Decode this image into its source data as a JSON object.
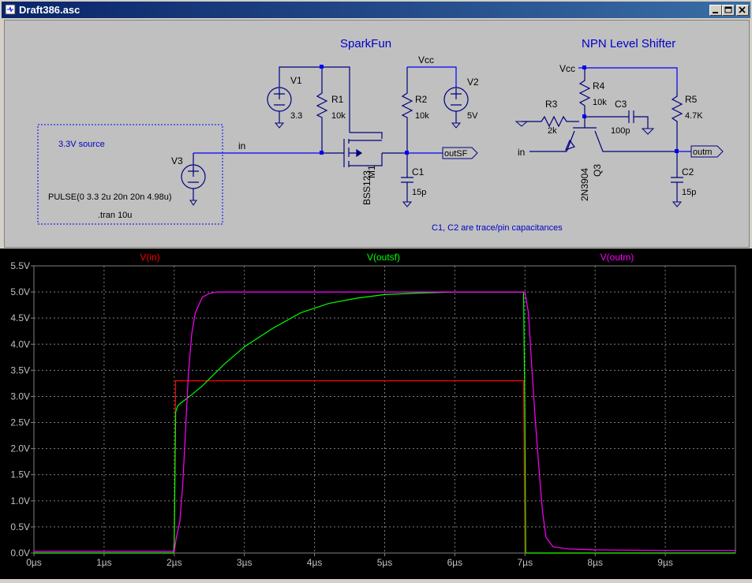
{
  "window": {
    "title": "Draft386.asc"
  },
  "schematic": {
    "title_sparkfun": "SparkFun",
    "title_npn": "NPN Level Shifter",
    "source_box": {
      "label": "3.3V source",
      "pulse": "PULSE(0 3.3 2u 20n 20n 4.98u)",
      "tran": ".tran 10u"
    },
    "v1": {
      "name": "V1",
      "value": "3.3"
    },
    "v2": {
      "name": "V2",
      "value": "5V"
    },
    "v3": {
      "name": "V3"
    },
    "r1": {
      "name": "R1",
      "value": "10k"
    },
    "r2": {
      "name": "R2",
      "value": "10k"
    },
    "r3": {
      "name": "R3",
      "value": "2k"
    },
    "r4": {
      "name": "R4",
      "value": "10k"
    },
    "r5": {
      "name": "R5",
      "value": "4.7K"
    },
    "c1": {
      "name": "C1",
      "value": "15p"
    },
    "c2": {
      "name": "C2",
      "value": "15p"
    },
    "c3": {
      "name": "C3",
      "value": "100p"
    },
    "m1": {
      "name": "M1",
      "model": "BSS123"
    },
    "q3": {
      "name": "Q3",
      "model": "2N3904"
    },
    "net_in": "in",
    "net_in2": "in",
    "vcc1": "Vcc",
    "vcc2": "Vcc",
    "port_outsf": "outSF",
    "port_outm": "outm",
    "note": "C1, C2 are trace/pin capacitances"
  },
  "colors": {
    "wire": "#0000ff",
    "component": "#000080",
    "label_text": "#0000c8",
    "plot_bg": "#000000",
    "grid": "#808080",
    "axis_text": "#c0c0c0",
    "series_in": "#ff0000",
    "series_outsf": "#00ff00",
    "series_outm": "#ff00ff"
  },
  "chart_data": {
    "type": "line",
    "title": "",
    "xlabel": "",
    "ylabel": "",
    "xlim": [
      0,
      10
    ],
    "ylim": [
      0,
      5.5
    ],
    "x_ticks": [
      "0µs",
      "1µs",
      "2µs",
      "3µs",
      "4µs",
      "5µs",
      "6µs",
      "7µs",
      "8µs",
      "9µs"
    ],
    "x_tick_values": [
      0,
      1,
      2,
      3,
      4,
      5,
      6,
      7,
      8,
      9
    ],
    "y_ticks": [
      "0.0V",
      "0.5V",
      "1.0V",
      "1.5V",
      "2.0V",
      "2.5V",
      "3.0V",
      "3.5V",
      "4.0V",
      "4.5V",
      "5.0V",
      "5.5V"
    ],
    "y_tick_values": [
      0,
      0.5,
      1,
      1.5,
      2,
      2.5,
      3,
      3.5,
      4,
      4.5,
      5,
      5.5
    ],
    "grid": true,
    "legend": "top",
    "series": [
      {
        "name": "V(in)",
        "color": "#ff0000",
        "x": [
          0,
          2.0,
          2.02,
          6.98,
          7.0,
          10
        ],
        "y": [
          0,
          0,
          3.3,
          3.3,
          0,
          0
        ]
      },
      {
        "name": "V(outsf)",
        "color": "#00ff00",
        "x": [
          0,
          1.99,
          2.0,
          2.02,
          2.05,
          2.1,
          2.2,
          2.4,
          2.7,
          3.0,
          3.4,
          3.8,
          4.2,
          4.6,
          5.0,
          5.5,
          6.0,
          6.5,
          6.98,
          7.0,
          7.01,
          10
        ],
        "y": [
          0,
          0,
          0.2,
          2.7,
          2.82,
          2.88,
          2.98,
          3.2,
          3.6,
          3.95,
          4.3,
          4.6,
          4.78,
          4.88,
          4.95,
          4.98,
          5.0,
          5.0,
          5.0,
          2.5,
          0,
          0
        ]
      },
      {
        "name": "V(outm)",
        "color": "#ff00ff",
        "x": [
          0,
          2.0,
          2.03,
          2.08,
          2.12,
          2.16,
          2.2,
          2.25,
          2.3,
          2.4,
          2.5,
          2.6,
          2.7,
          3.0,
          4.0,
          5.0,
          6.0,
          7.0,
          7.05,
          7.1,
          7.15,
          7.2,
          7.25,
          7.3,
          7.4,
          7.6,
          8.0,
          9.0,
          10
        ],
        "y": [
          0.03,
          0.03,
          0.3,
          0.6,
          1.3,
          2.3,
          3.4,
          4.2,
          4.6,
          4.9,
          4.97,
          5.0,
          5.0,
          5.0,
          5.0,
          5.0,
          5.0,
          5.0,
          4.6,
          3.5,
          2.5,
          1.6,
          0.8,
          0.3,
          0.12,
          0.08,
          0.06,
          0.05,
          0.05
        ]
      }
    ]
  }
}
